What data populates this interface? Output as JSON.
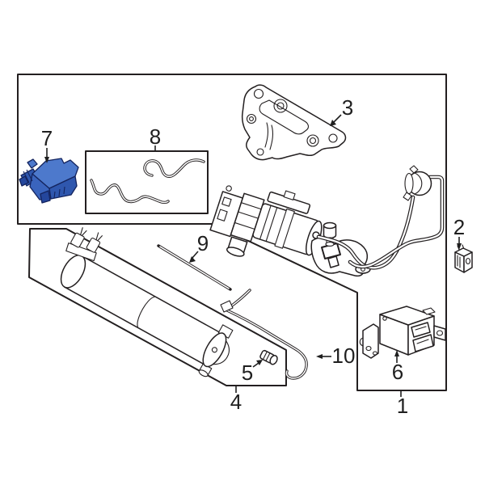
{
  "figure": {
    "kind": "exploded-parts-diagram",
    "background": "#ffffff",
    "line_color": "#231f20",
    "label_color": "#1f1f1f",
    "highlight_colors": {
      "top": "#4d79cc",
      "side": "#2f57ae",
      "left": "#3a64bd",
      "dark": "#24469c",
      "outline": "#14245e"
    },
    "callouts": [
      {
        "number": "1"
      },
      {
        "number": "2"
      },
      {
        "number": "3"
      },
      {
        "number": "4"
      },
      {
        "number": "5"
      },
      {
        "number": "6"
      },
      {
        "number": "7"
      },
      {
        "number": "8"
      },
      {
        "number": "9"
      },
      {
        "number": "10"
      }
    ]
  }
}
